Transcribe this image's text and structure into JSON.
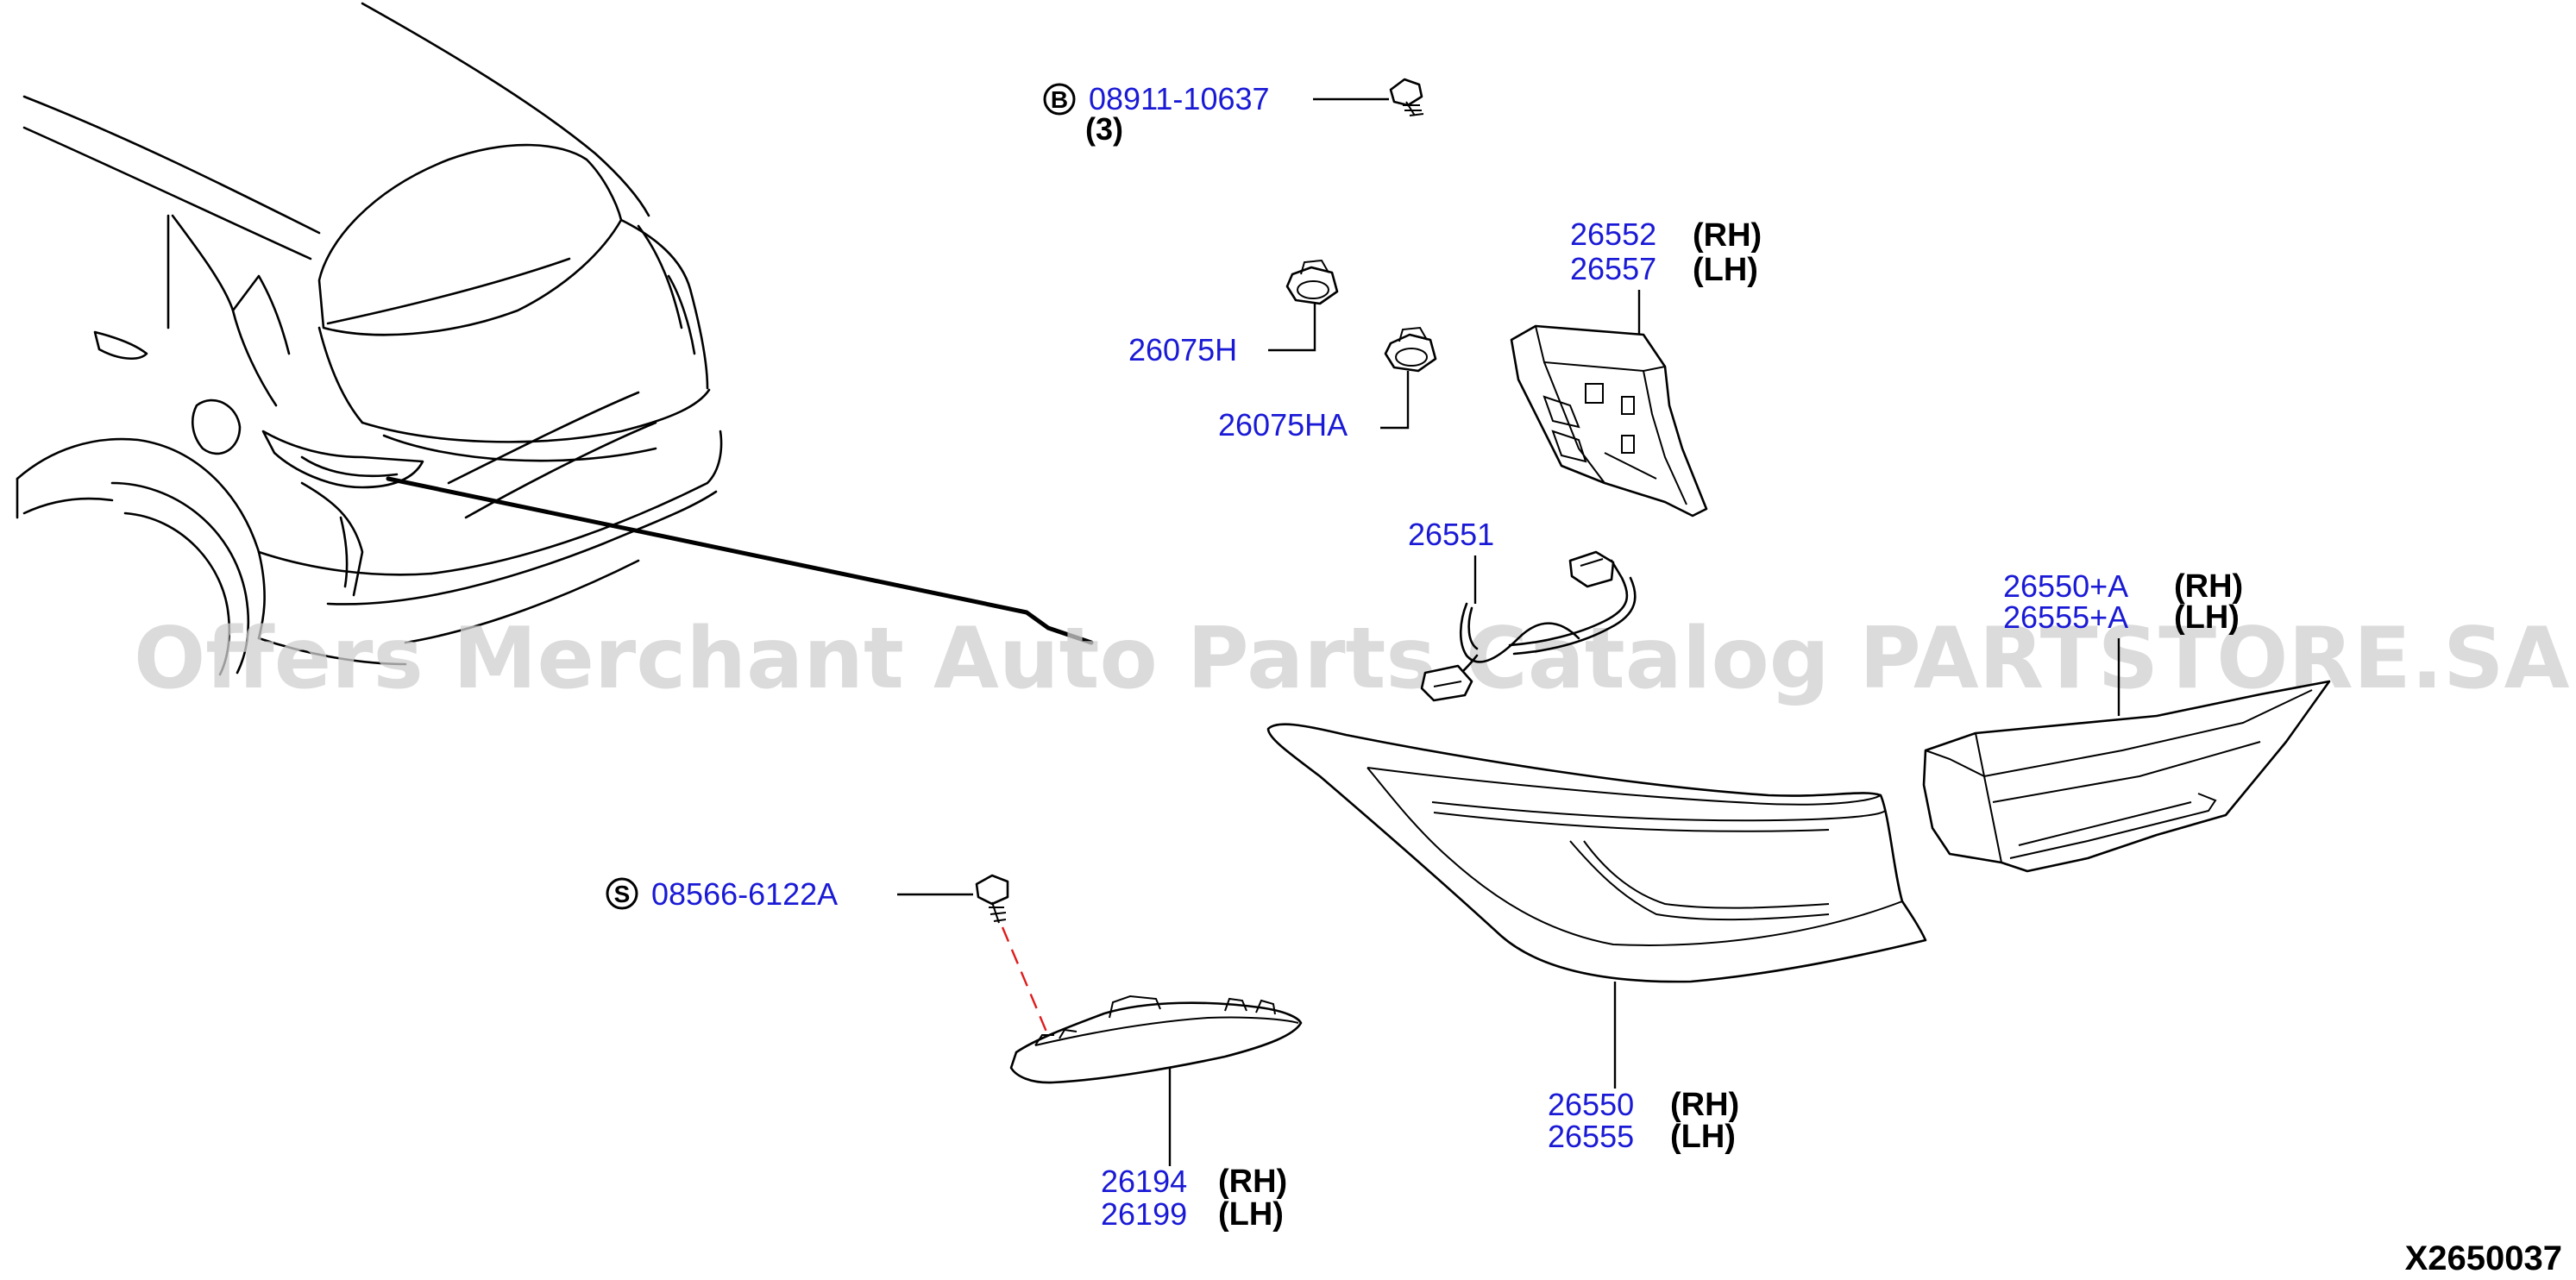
{
  "diagram": {
    "watermark": "Offers Merchant Auto Parts Catalog PARTSTORE.SA",
    "diagram_code": "X2650037",
    "bolt": {
      "badge": "B",
      "part_number": "08911-10637",
      "quantity": "(3)"
    },
    "screw": {
      "badge": "S",
      "part_number": "08566-6122A"
    },
    "clip_1": {
      "part_number": "26075H"
    },
    "clip_2": {
      "part_number": "26075HA"
    },
    "cover": {
      "part_number_rh": "26552",
      "side_rh": "(RH)",
      "part_number_lh": "26557",
      "side_lh": "(LH)"
    },
    "harness": {
      "part_number": "26551"
    },
    "inner_lamp": {
      "part_number_rh": "26550+A",
      "side_rh": "(RH)",
      "part_number_lh": "26555+A",
      "side_lh": "(LH)"
    },
    "outer_lamp": {
      "part_number_rh": "26550",
      "side_rh": "(RH)",
      "part_number_lh": "26555",
      "side_lh": "(LH)"
    },
    "reflector": {
      "part_number_rh": "26194",
      "side_rh": "(RH)",
      "part_number_lh": "26199",
      "side_lh": "(LH)"
    }
  }
}
